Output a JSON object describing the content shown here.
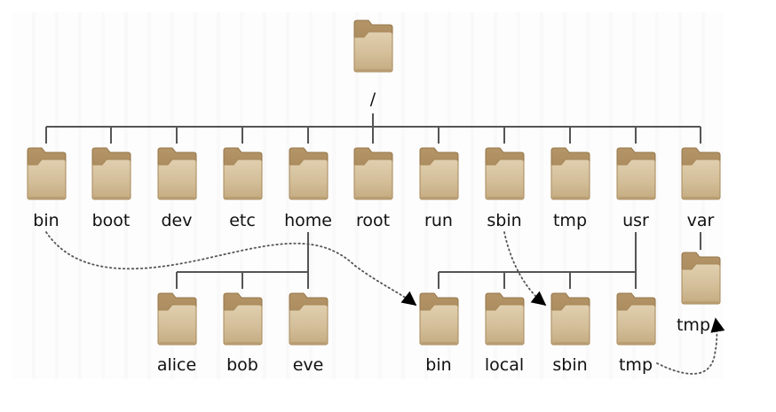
{
  "diagram": {
    "type": "directory-tree",
    "root": {
      "label": "/"
    },
    "top_level": [
      {
        "id": "bin",
        "label": "bin"
      },
      {
        "id": "boot",
        "label": "boot"
      },
      {
        "id": "dev",
        "label": "dev"
      },
      {
        "id": "etc",
        "label": "etc"
      },
      {
        "id": "home",
        "label": "home"
      },
      {
        "id": "root",
        "label": "root"
      },
      {
        "id": "run",
        "label": "run"
      },
      {
        "id": "sbin",
        "label": "sbin"
      },
      {
        "id": "tmp",
        "label": "tmp"
      },
      {
        "id": "usr",
        "label": "usr"
      },
      {
        "id": "var",
        "label": "var"
      }
    ],
    "home_children": [
      {
        "id": "alice",
        "label": "alice"
      },
      {
        "id": "bob",
        "label": "bob"
      },
      {
        "id": "eve",
        "label": "eve"
      }
    ],
    "usr_children": [
      {
        "id": "usr-bin",
        "label": "bin"
      },
      {
        "id": "usr-local",
        "label": "local"
      },
      {
        "id": "usr-sbin",
        "label": "sbin"
      },
      {
        "id": "usr-tmp",
        "label": "tmp"
      }
    ],
    "var_children": [
      {
        "id": "var-tmp",
        "label": "tmp"
      }
    ],
    "symlinks": [
      {
        "from": "bin",
        "to": "usr-bin"
      },
      {
        "from": "sbin",
        "to": "usr-sbin"
      },
      {
        "from": "usr-tmp",
        "to": "var-tmp"
      }
    ],
    "colors": {
      "folder_body": "#d4bf9a",
      "folder_back": "#a88a5c",
      "folder_edge": "#9a7c4e",
      "line": "#555555",
      "text": "#111111"
    }
  }
}
